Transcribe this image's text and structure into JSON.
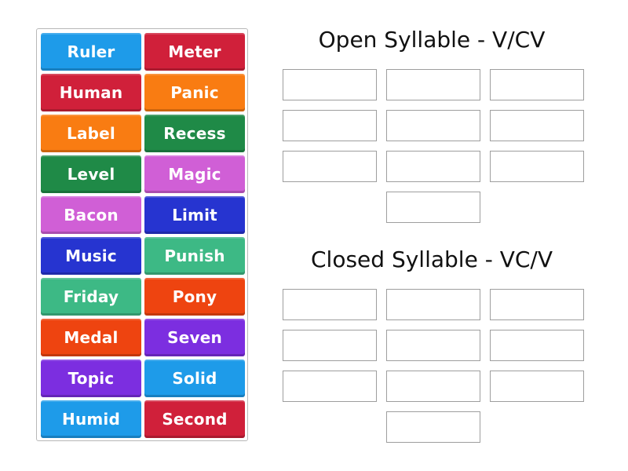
{
  "word_bank": {
    "tiles": [
      {
        "label": "Ruler",
        "color": "#1e9be9"
      },
      {
        "label": "Meter",
        "color": "#d0203a"
      },
      {
        "label": "Human",
        "color": "#d0203a"
      },
      {
        "label": "Panic",
        "color": "#f97c12"
      },
      {
        "label": "Label",
        "color": "#f97c12"
      },
      {
        "label": "Recess",
        "color": "#1f8a47"
      },
      {
        "label": "Level",
        "color": "#1f8a47"
      },
      {
        "label": "Magic",
        "color": "#d05fd6"
      },
      {
        "label": "Bacon",
        "color": "#d05fd6"
      },
      {
        "label": "Limit",
        "color": "#2634d0"
      },
      {
        "label": "Music",
        "color": "#2634d0"
      },
      {
        "label": "Punish",
        "color": "#3db985"
      },
      {
        "label": "Friday",
        "color": "#3db985"
      },
      {
        "label": "Pony",
        "color": "#ee4410"
      },
      {
        "label": "Medal",
        "color": "#ee4410"
      },
      {
        "label": "Seven",
        "color": "#7c2ee0"
      },
      {
        "label": "Topic",
        "color": "#7c2ee0"
      },
      {
        "label": "Solid",
        "color": "#1e9be9"
      },
      {
        "label": "Humid",
        "color": "#1e9be9"
      },
      {
        "label": "Second",
        "color": "#d0203a"
      }
    ]
  },
  "groups": [
    {
      "title": "Open Syllable - V/CV",
      "slot_count": 10
    },
    {
      "title": "Closed Syllable - VC/V",
      "slot_count": 10
    }
  ]
}
